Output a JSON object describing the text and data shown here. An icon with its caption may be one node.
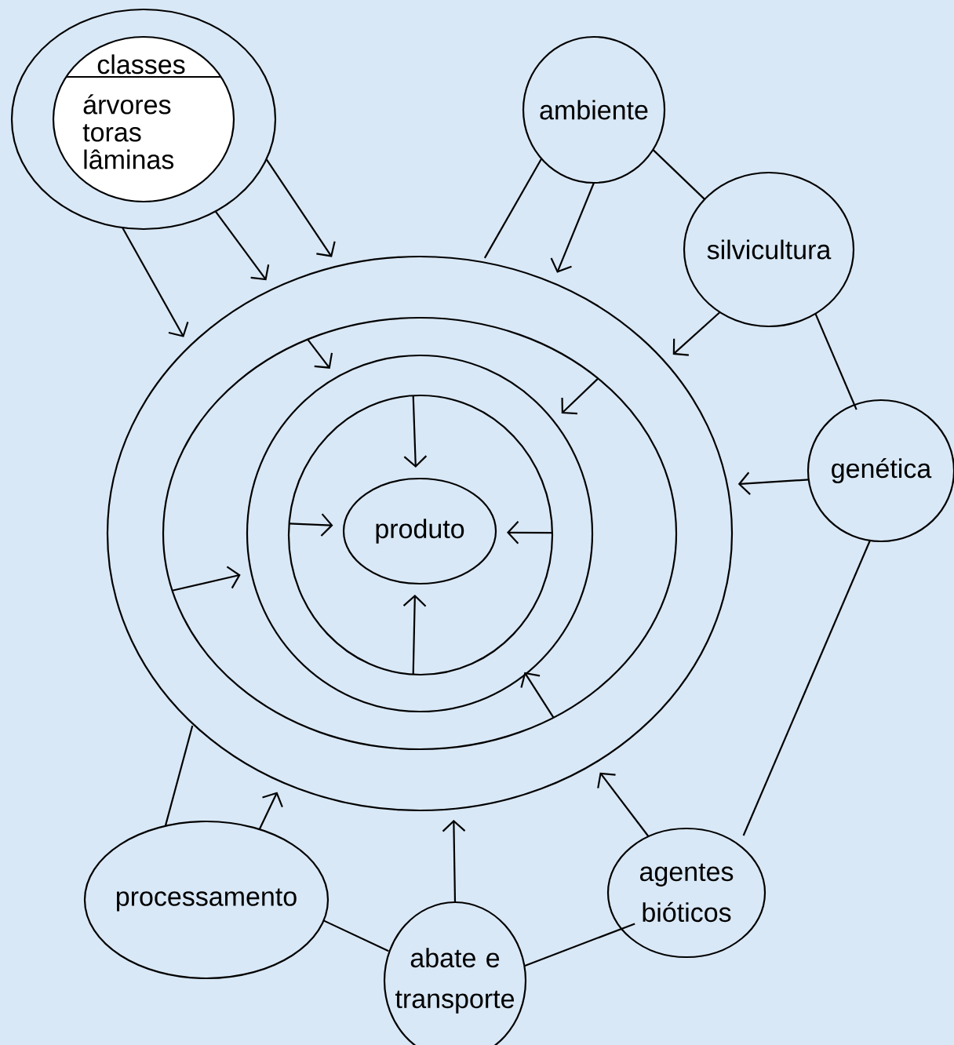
{
  "diagram": {
    "nodes": [
      {
        "text": [],
        "shape": "ellipse"
      },
      {
        "text": [
          "classes",
          "árvores toras lâminas"
        ],
        "in": 0
      },
      {
        "text": [
          "ambiente"
        ]
      },
      {
        "text": [
          "silvicultura"
        ]
      },
      {
        "text": [],
        "shape": "ellipse"
      },
      {
        "text": [],
        "shape": "ellipse",
        "in": 4
      },
      {
        "text": [],
        "shape": "ellipse",
        "in": 5
      },
      {
        "text": [],
        "shape": "ellipse",
        "in": 6
      },
      {
        "text": [
          "produto"
        ],
        "in": 7
      },
      {
        "text": [
          "genética"
        ]
      },
      {
        "text": [
          "agentes bióticos"
        ]
      },
      {
        "text": [
          "processamento"
        ]
      },
      {
        "text": [
          "abate e transporte"
        ]
      }
    ],
    "edges": [
      {
        "from": 0,
        "to": 4,
        "arrow": "to"
      },
      {
        "from": 0,
        "to": 4,
        "arrow": "to"
      },
      {
        "from": 0,
        "to": 4,
        "arrow": "to"
      },
      {
        "from": 2,
        "to": 4,
        "arrow": "none"
      },
      {
        "from": 2,
        "to": 4,
        "arrow": "to"
      },
      {
        "from": 2,
        "to": 3,
        "arrow": "none"
      },
      {
        "from": 3,
        "to": 4,
        "arrow": "to"
      },
      {
        "from": 3,
        "to": 9,
        "arrow": "none"
      },
      {
        "from": 5,
        "to": 6,
        "arrow": "to"
      },
      {
        "from": 5,
        "to": 6,
        "arrow": "to"
      },
      {
        "from": 9,
        "to": 4,
        "arrow": "to"
      },
      {
        "from": 7,
        "to": 8,
        "arrow": "to"
      },
      {
        "from": 7,
        "to": 8,
        "arrow": "to"
      },
      {
        "from": 7,
        "to": 8,
        "arrow": "to"
      },
      {
        "from": 5,
        "to": 6,
        "arrow": "to"
      },
      {
        "from": 7,
        "to": 8,
        "arrow": "to"
      },
      {
        "from": 5,
        "to": 6,
        "arrow": "to"
      },
      {
        "from": 9,
        "to": 10,
        "arrow": "none"
      },
      {
        "from": 11,
        "to": 4,
        "arrow": "none"
      },
      {
        "from": 11,
        "to": 4,
        "arrow": "to"
      },
      {
        "from": 10,
        "to": 4,
        "arrow": "to"
      },
      {
        "from": 12,
        "to": 4,
        "arrow": "to"
      },
      {
        "from": 12,
        "to": 10,
        "arrow": "none"
      },
      {
        "from": 11,
        "to": 12,
        "arrow": "none"
      }
    ]
  }
}
